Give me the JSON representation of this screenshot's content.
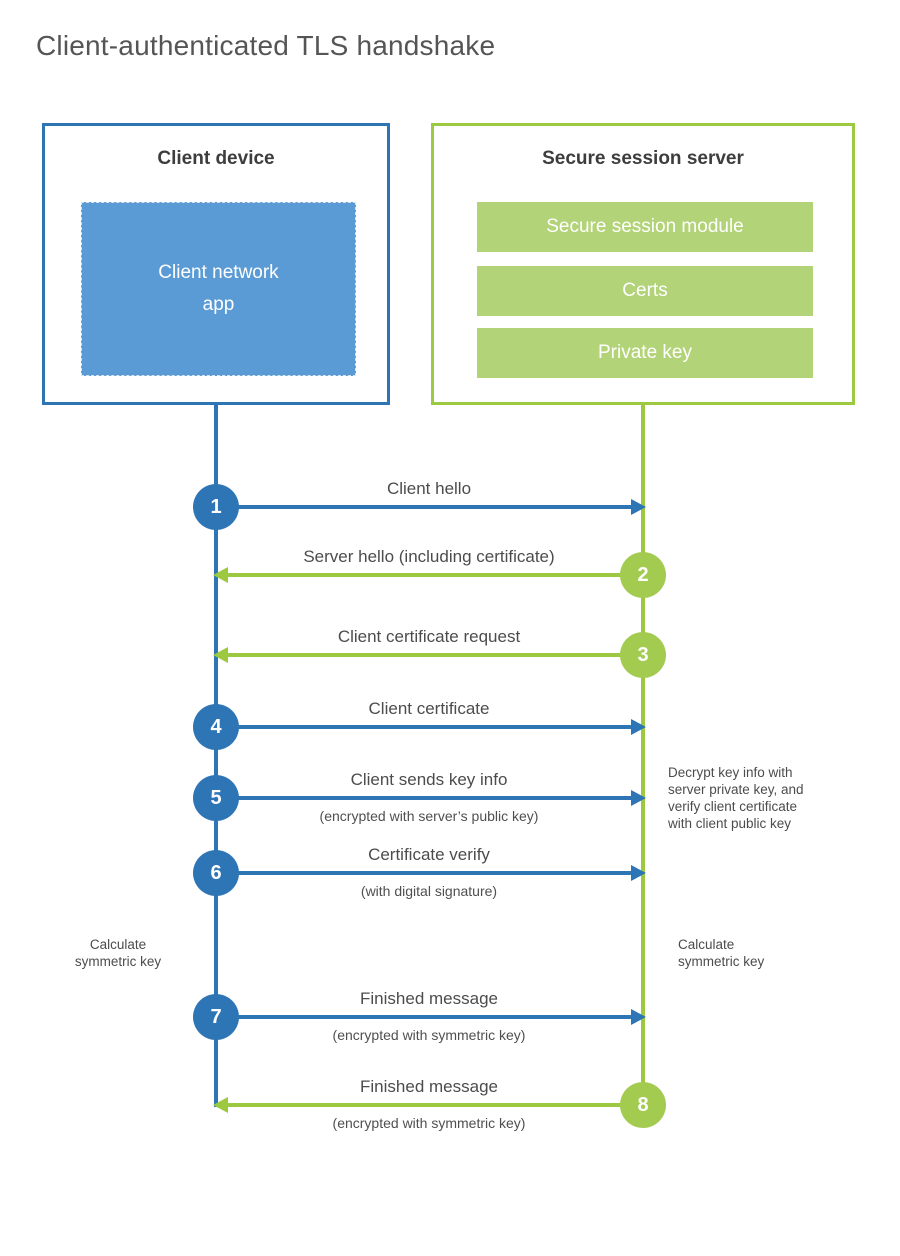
{
  "title": "Client-authenticated TLS handshake",
  "colors": {
    "blue": "#2e75b6",
    "blue_fill": "#5b9bd5",
    "green": "#9cc93f",
    "green_fill": "#b2d377",
    "text_dark": "#3d3d3d",
    "text_gray": "#4c4c4c"
  },
  "client": {
    "title": "Client device",
    "app_label": "Client network\napp"
  },
  "server": {
    "title": "Secure session server",
    "modules": [
      "Secure session module",
      "Certs",
      "Private key"
    ]
  },
  "steps": [
    {
      "number": "1",
      "from": "client",
      "label": "Client hello",
      "sublabel": ""
    },
    {
      "number": "2",
      "from": "server",
      "label": "Server hello (including certificate)",
      "sublabel": ""
    },
    {
      "number": "3",
      "from": "server",
      "label": "Client certificate request",
      "sublabel": ""
    },
    {
      "number": "4",
      "from": "client",
      "label": "Client certificate",
      "sublabel": ""
    },
    {
      "number": "5",
      "from": "client",
      "label": "Client sends key info",
      "sublabel": "(encrypted with server’s public key)"
    },
    {
      "number": "6",
      "from": "client",
      "label": "Certificate verify",
      "sublabel": "(with digital signature)"
    },
    {
      "number": "7",
      "from": "client",
      "label": "Finished message",
      "sublabel": "(encrypted with symmetric key)"
    },
    {
      "number": "8",
      "from": "server",
      "label": "Finished message",
      "sublabel": "(encrypted with symmetric key)"
    }
  ],
  "notes": {
    "decrypt": "Decrypt key info with\nserver private key, and\nverify client certificate\nwith client public key",
    "calc_left": "Calculate\nsymmetric key",
    "calc_right": "Calculate\nsymmetric key"
  }
}
